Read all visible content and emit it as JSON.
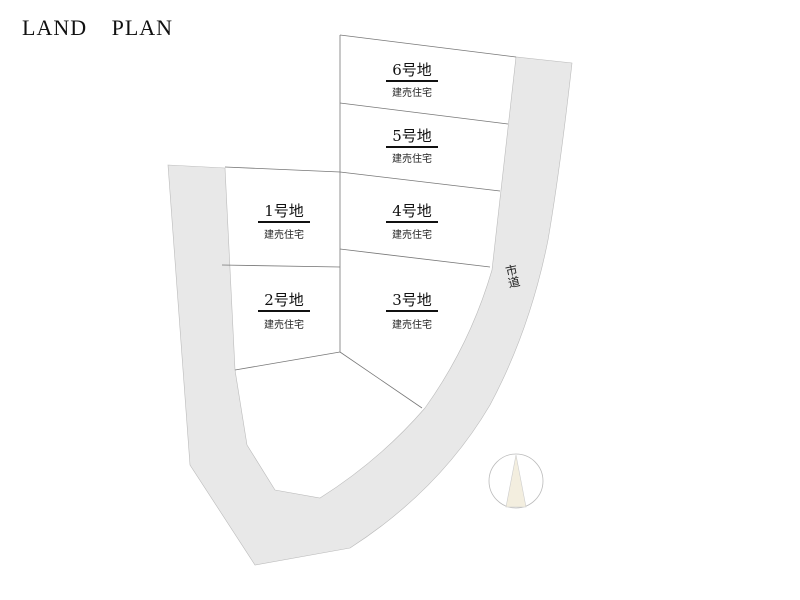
{
  "title": "LAND PLAN",
  "road_label": "市道",
  "road_color": "#e8e8e8",
  "compass_fill": "#f3eedf",
  "lots": [
    {
      "number": "1号地",
      "type": "建売住宅"
    },
    {
      "number": "2号地",
      "type": "建売住宅"
    },
    {
      "number": "3号地",
      "type": "建売住宅"
    },
    {
      "number": "4号地",
      "type": "建売住宅"
    },
    {
      "number": "5号地",
      "type": "建売住宅"
    },
    {
      "number": "6号地",
      "type": "建売住宅"
    }
  ]
}
